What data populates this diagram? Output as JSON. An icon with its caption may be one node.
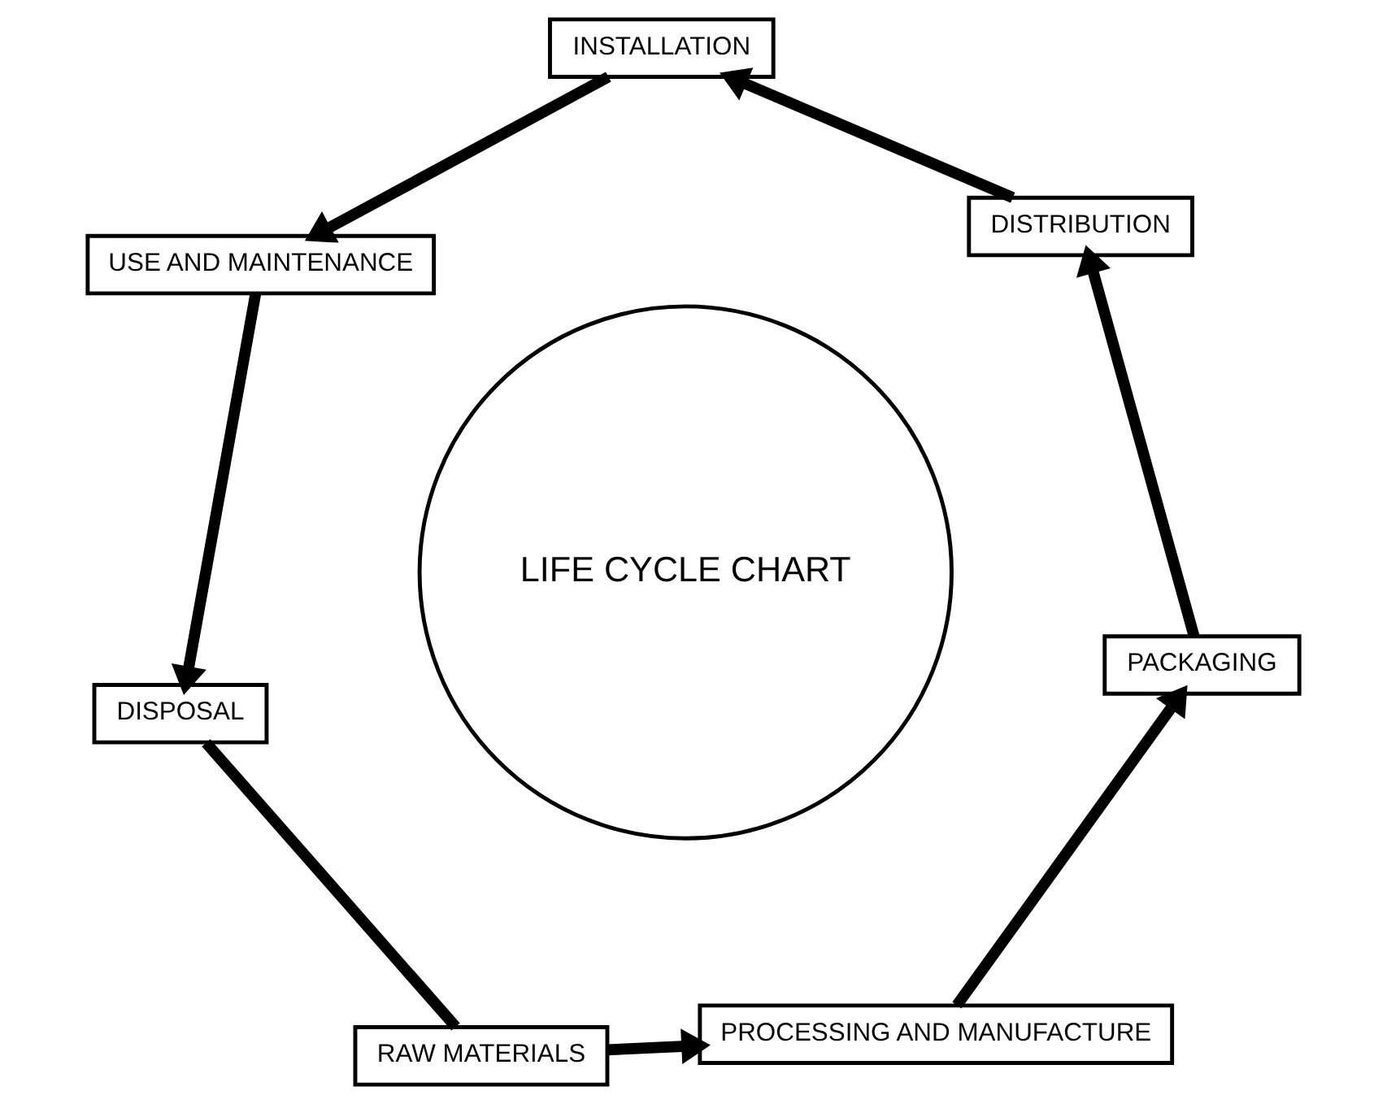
{
  "diagram": {
    "nodes": [
      {
        "text": [
          "RAW MATERIALS"
        ]
      },
      {
        "text": [
          "PROCESSING AND MANUFACTURE"
        ]
      },
      {
        "text": [
          "PACKAGING"
        ]
      },
      {
        "text": [
          "DISTRIBUTION"
        ]
      },
      {
        "text": [
          "INSTALLATION"
        ]
      },
      {
        "text": [
          "USE AND MAINTENANCE"
        ]
      },
      {
        "text": [
          "DISPOSAL"
        ]
      },
      {
        "text": [
          "LIFE CYCLE CHART"
        ]
      }
    ],
    "edges": [
      {
        "from": 0,
        "to": 1,
        "arrow": "to"
      },
      {
        "from": 1,
        "to": 2,
        "arrow": "to"
      },
      {
        "from": 2,
        "to": 3,
        "arrow": "to"
      },
      {
        "from": 3,
        "to": 4,
        "arrow": "to"
      },
      {
        "from": 4,
        "to": 5,
        "arrow": "to"
      },
      {
        "from": 5,
        "to": 6,
        "arrow": "to"
      },
      {
        "from": 6,
        "to": 0,
        "arrow": "none"
      }
    ]
  }
}
